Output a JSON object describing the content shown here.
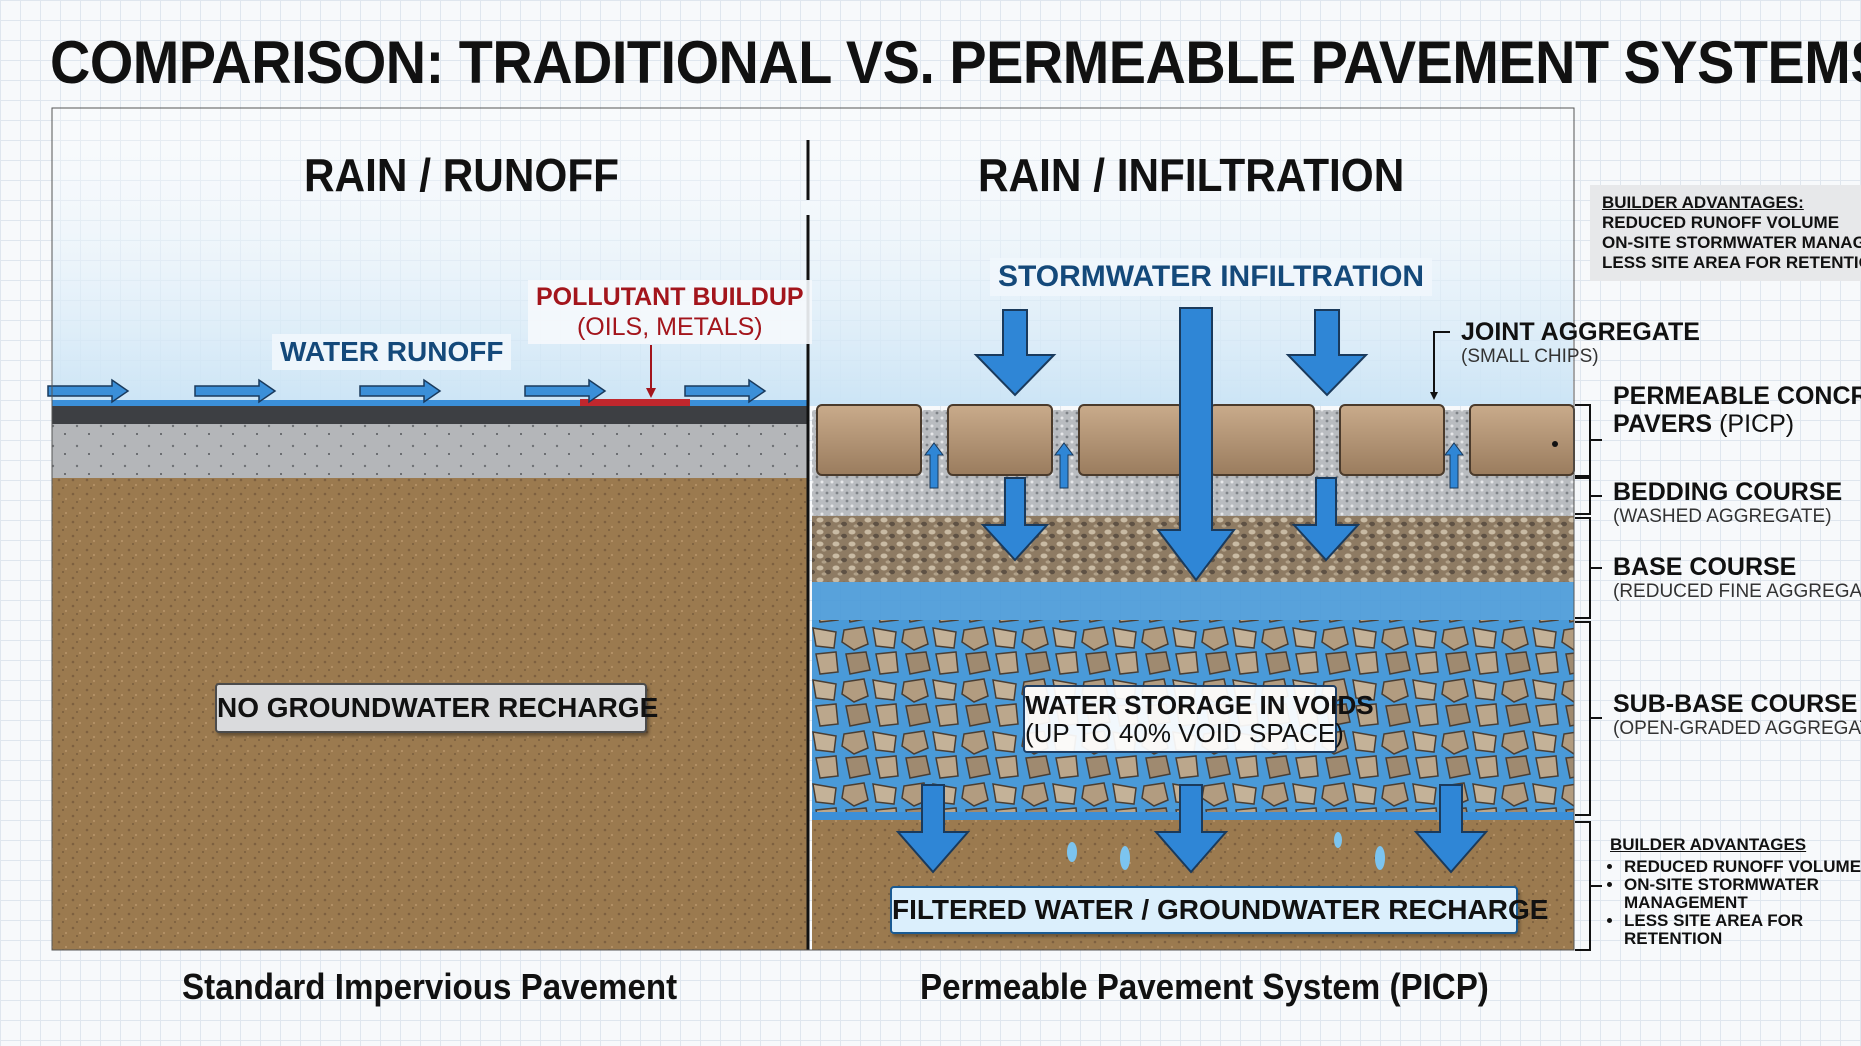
{
  "title": "COMPARISON: TRADITIONAL VS. PERMEABLE PAVEMENT SYSTEMS",
  "left_panel": {
    "heading": "RAIN / RUNOFF",
    "runoff_label": "WATER RUNOFF",
    "pollutant_label": "POLLUTANT BUILDUP",
    "pollutant_sub": "(OILS, METALS)",
    "no_recharge_label": "NO GROUNDWATER RECHARGE",
    "caption": "Standard Impervious Pavement"
  },
  "right_panel": {
    "heading": "RAIN / INFILTRATION",
    "infiltration_label": "STORMWATER INFILTRATION",
    "storage_label": "WATER STORAGE IN VOIDS",
    "storage_sub": "(UP TO 40% VOID SPACE)",
    "recharge_label": "FILTERED WATER / GROUNDWATER RECHARGE",
    "caption": "Permeable Pavement System (PICP)"
  },
  "layers": {
    "joint": {
      "name": "JOINT AGGREGATE",
      "sub": "(SMALL CHIPS)"
    },
    "pavers": {
      "name": "PERMEABLE CONCRETE",
      "name2": "PAVERS",
      "sub": "(PICP)"
    },
    "bedding": {
      "name": "BEDDING COURSE",
      "sub": "(WASHED AGGREGATE)"
    },
    "base": {
      "name": "BASE COURSE",
      "sub": "(REDUCED FINE AGGREGATE)"
    },
    "subbase": {
      "name": "SUB-BASE COURSE",
      "sub": "(OPEN-GRADED AGGREGATE)"
    }
  },
  "advantages_top": {
    "heading": "BUILDER ADVANTAGES:",
    "items": [
      "REDUCED RUNOFF VOLUME",
      "ON-SITE STORMWATER MANAGEMENT",
      "LESS SITE AREA FOR RETENTION"
    ]
  },
  "advantages_bottom": {
    "heading": "BUILDER ADVANTAGES",
    "items": [
      "REDUCED RUNOFF VOLUME",
      "ON-SITE STORMWATER MANAGEMENT",
      "LESS SITE AREA FOR RETENTION"
    ]
  },
  "colors": {
    "water_blue": "#3b8fd8",
    "arrow_blue": "#2f86d6",
    "soil": "#9c7a4f",
    "pollutant_red": "#a3151c",
    "label_blue": "#14497a"
  }
}
